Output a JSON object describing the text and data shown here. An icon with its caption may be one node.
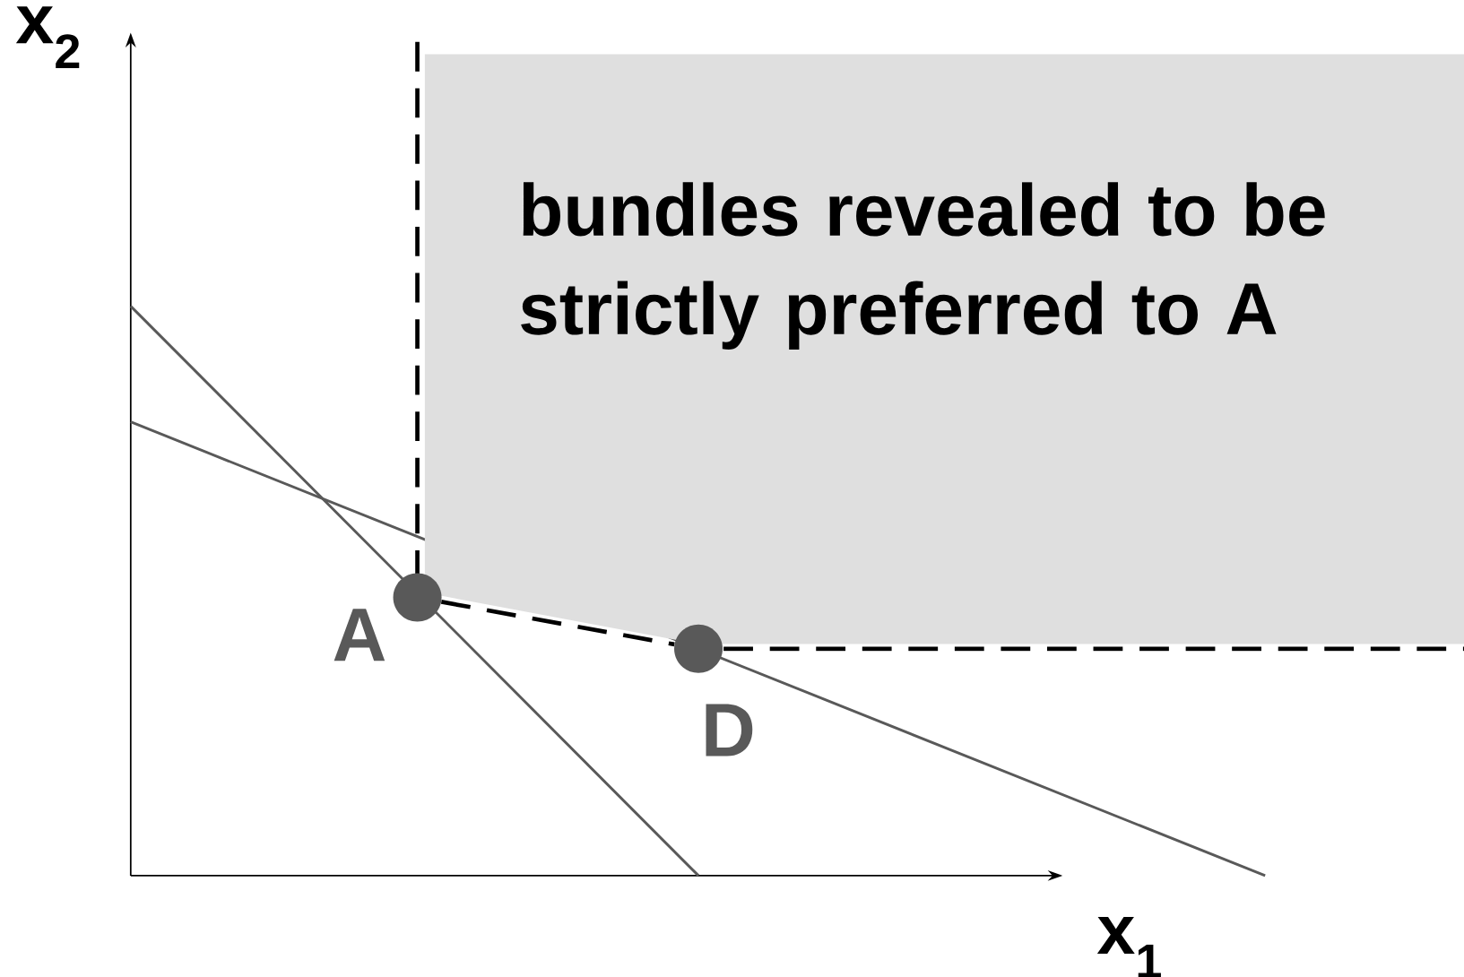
{
  "diagram": {
    "nodes": [
      {
        "text": [
          "bundles revealed to be strictly preferred to A"
        ]
      },
      {
        "text": [],
        "shape": "circle",
        "beside": [
          "A"
        ]
      },
      {
        "text": [],
        "shape": "circle",
        "beside": [
          "D"
        ]
      }
    ],
    "edges": [
      {
        "from": 1,
        "to": 2,
        "arrow": "none",
        "style": "dashed"
      }
    ],
    "labels": [
      "x$_{2}$",
      "x$_{1}$"
    ]
  }
}
